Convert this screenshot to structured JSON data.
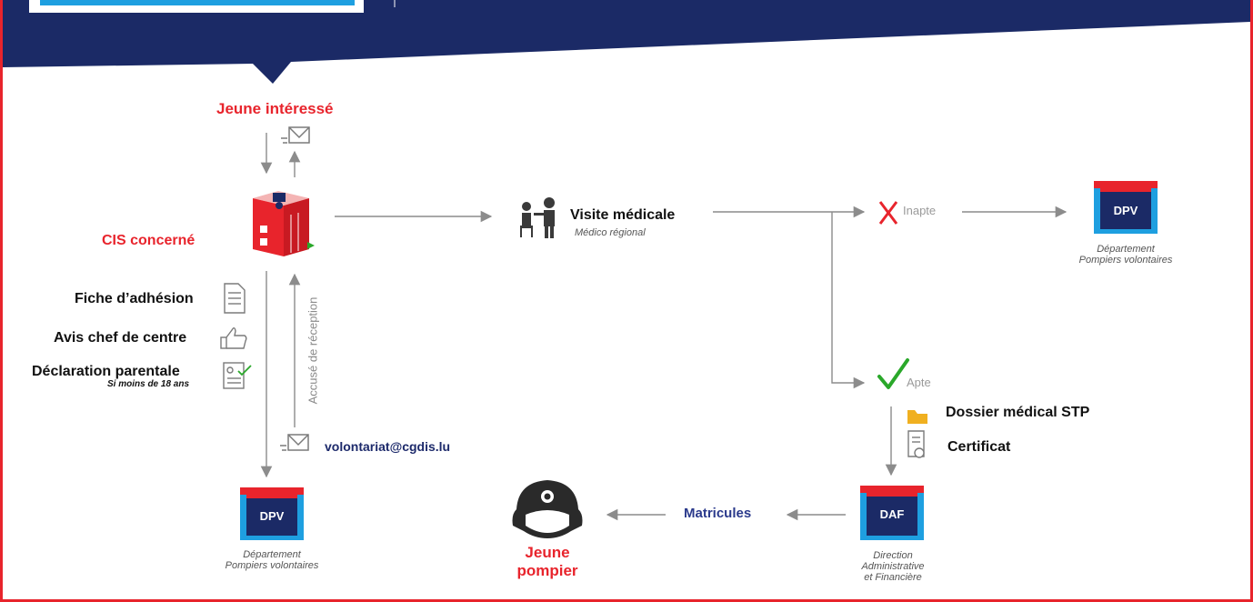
{
  "nodes": {
    "jeune_interesse": "Jeune intéressé",
    "cis_concerne": "CIS concerné",
    "visite_medicale": "Visite médicale",
    "medico_regional": "Médico régional",
    "inapte": "Inapte",
    "apte": "Apte",
    "dpv_badge": "DPV",
    "dpv_caption_line1": "Département",
    "dpv_caption_line2": "Pompiers volontaires",
    "daf_badge": "DAF",
    "daf_caption_line1": "Direction",
    "daf_caption_line2": "Administrative",
    "daf_caption_line3": "et Financière",
    "jeune_pompier_line1": "Jeune",
    "jeune_pompier_line2": "pompier",
    "matricules": "Matricules"
  },
  "documents": {
    "fiche_adhesion": "Fiche d’adhésion",
    "avis_chef": "Avis chef de centre",
    "declaration_parentale": "Déclaration parentale",
    "declaration_note": "Si moins de 18 ans",
    "dossier_medical": "Dossier médical STP",
    "certificat": "Certificat"
  },
  "contact": {
    "email": "volontariat@cgdis.lu",
    "accuse_reception": "Accusé de réception"
  },
  "colors": {
    "navy": "#1b2a66",
    "red": "#e8242c",
    "arrow_gray": "#8c8c8c",
    "badge_blue": "#1e9fe0",
    "green": "#2aa82a"
  },
  "icons": [
    "envelope-icon",
    "fire-station-icon",
    "doctor-patient-icon",
    "cross-icon",
    "check-icon",
    "document-icon",
    "thumbs-up-icon",
    "id-card-icon",
    "folder-icon",
    "certificate-icon",
    "firefighter-helmet-icon"
  ]
}
